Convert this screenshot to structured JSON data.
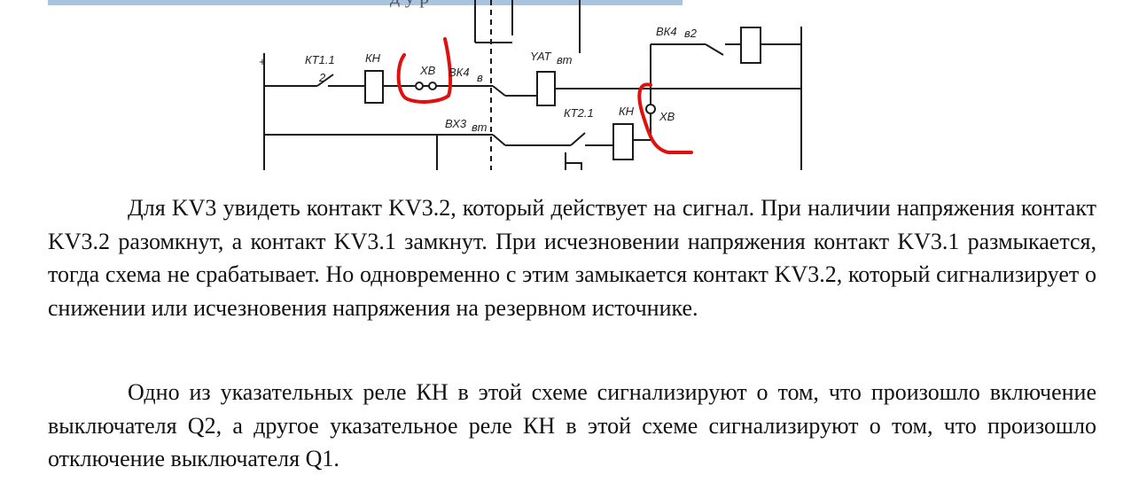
{
  "header": {
    "partial_text": "д    у  р"
  },
  "schematic": {
    "plus": "+",
    "kt11": "КТ1.1",
    "kt11_num": "2",
    "kh1": "КН",
    "xb1": "ХВ",
    "bk4": "ВК4",
    "bk4_sub": "в",
    "yat": "YAT",
    "yat_sub": "вт",
    "bk4_top": "ВК4",
    "bk4_top_sub": "в2",
    "bx3": "ВХ3",
    "bx3_sub": "вт",
    "kt21": "КТ2.1",
    "kh2": "КН",
    "xb2": "ХВ"
  },
  "paragraphs": [
    "Для KV3 увидеть контакт KV3.2, который действует на сигнал. При наличии напряжения контакт KV3.2 разомкнут, а контакт KV3.1 замкнут. При исчезновении напряжения контакт KV3.1 размыкается, тогда схема не срабатывает. Но одновременно с этим замыкается контакт KV3.2, который сигнализирует о снижении или исчезновения напряжения на резервном источнике.",
    "Одно из указательных реле КН в этой схеме сигнализируют о том, что произошло включение выключателя Q2, а другое указательное реле КН в этой схеме сигнализируют о том, что произошло отключение выключателя Q1."
  ],
  "colors": {
    "highlight": "#e01010",
    "header_bar": "#a9c4de",
    "line": "#1a1a1a"
  }
}
